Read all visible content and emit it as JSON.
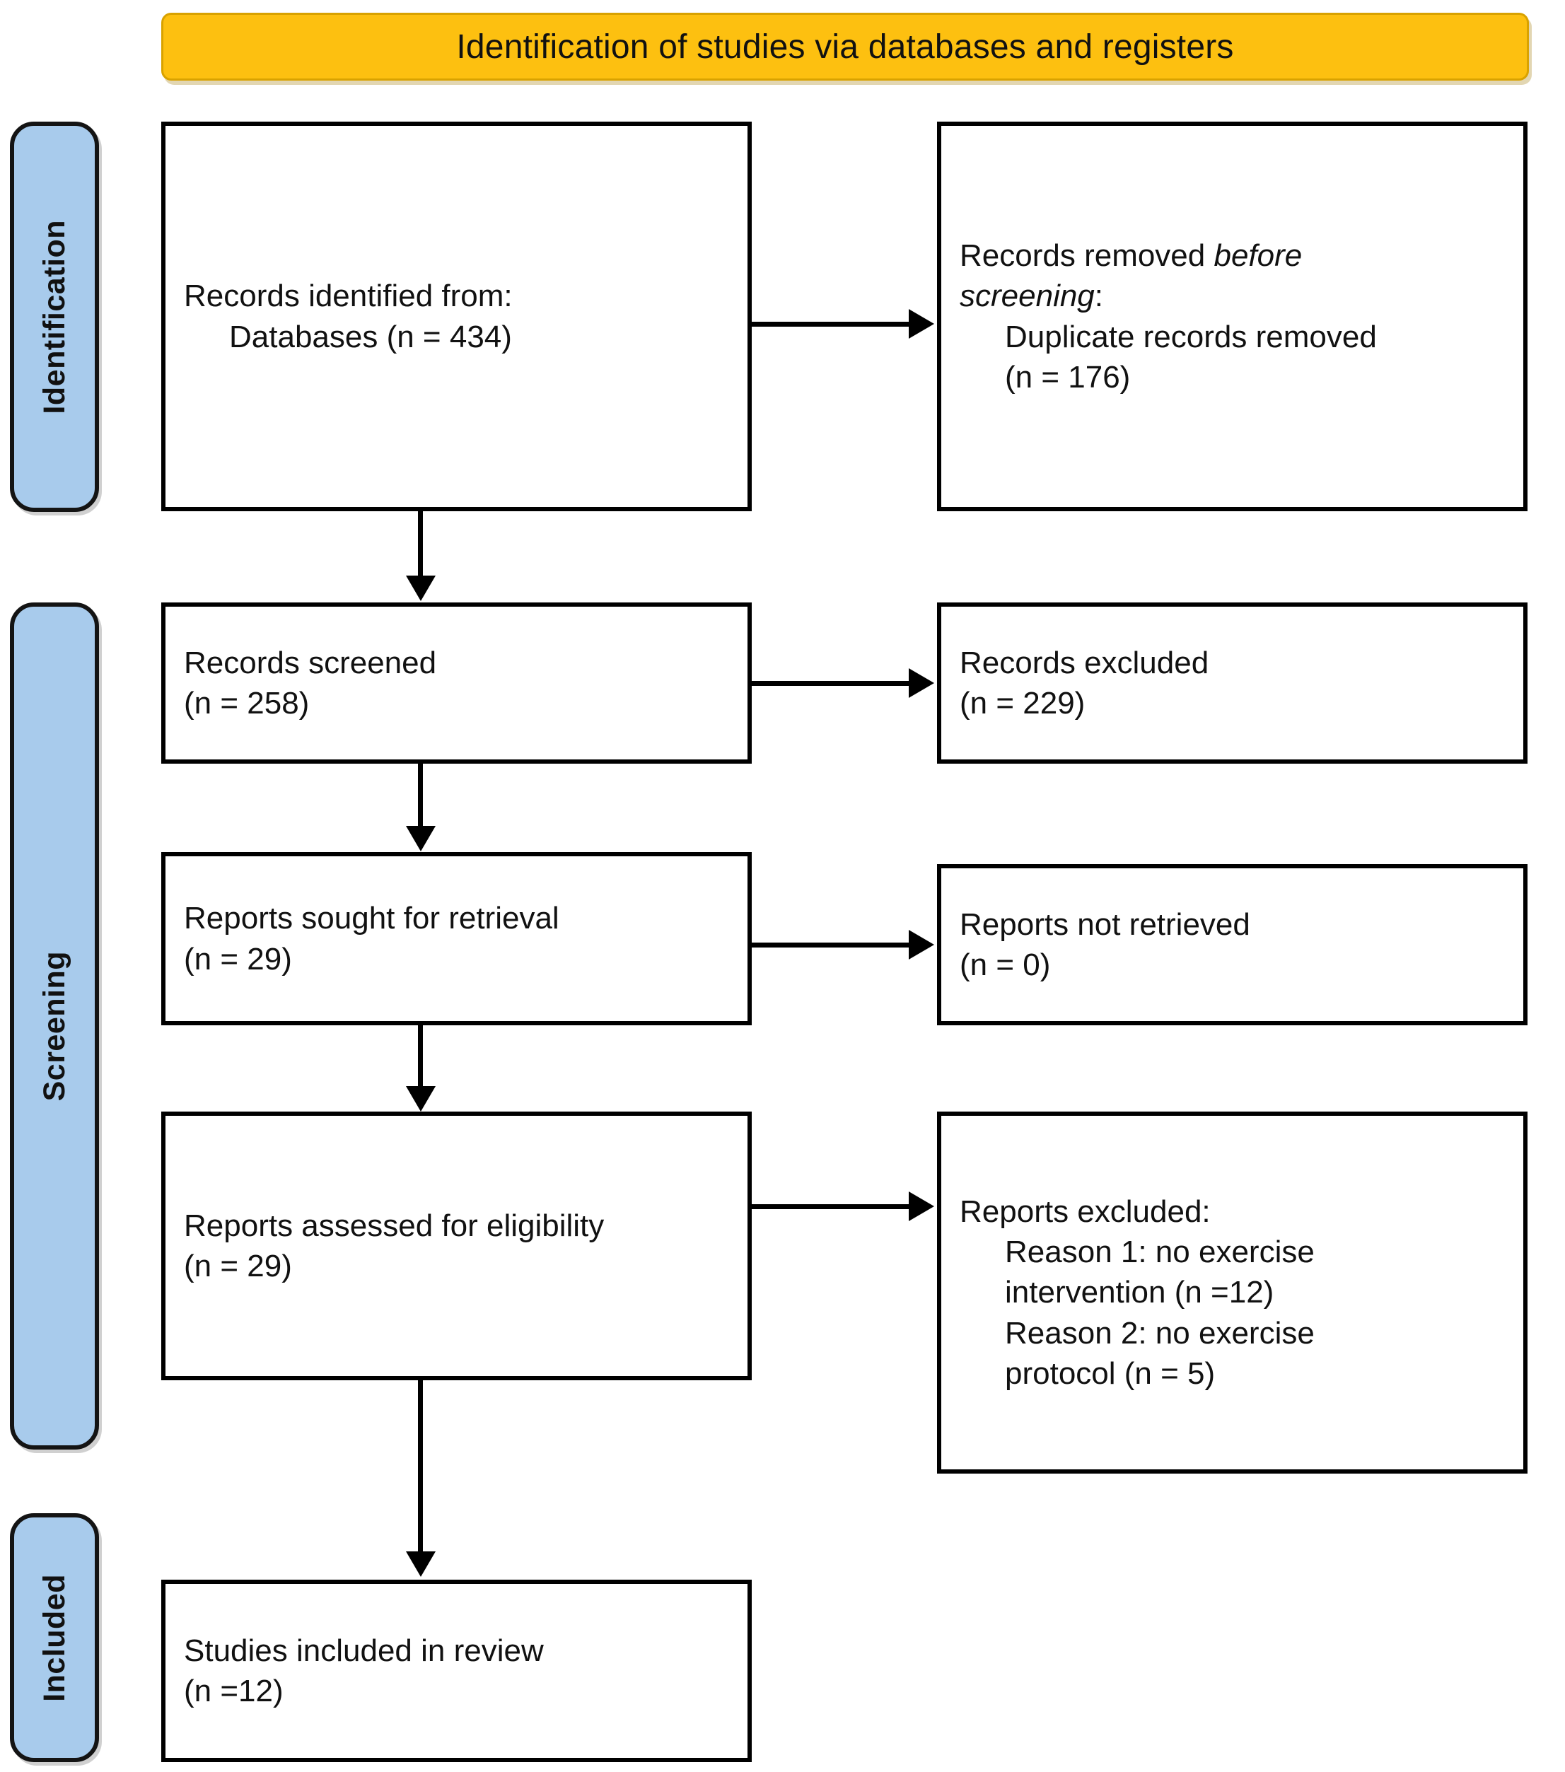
{
  "banner": {
    "title": "Identification of studies via databases and registers",
    "fill_color": "#FDC010"
  },
  "stages": [
    {
      "label": "Identification"
    },
    {
      "label": "Screening"
    },
    {
      "label": "Included"
    }
  ],
  "nodes": {
    "identified": {
      "line1": "Records identified from:",
      "line2": "Databases (n = 434)"
    },
    "removed": {
      "line1_prefix": "Records removed ",
      "line1_italic": "before",
      "line2_italic": "screening",
      "line2_suffix": ":",
      "line3": "Duplicate records removed",
      "line4": "(n = 176)"
    },
    "screened": {
      "line1": "Records screened",
      "line2": "(n = 258)"
    },
    "excluded": {
      "line1": "Records excluded",
      "line2": "(n = 229)"
    },
    "sought": {
      "line1": "Reports sought for retrieval",
      "line2": "(n = 29)"
    },
    "not_retrieved": {
      "line1": "Reports not retrieved",
      "line2": "(n = 0)"
    },
    "assessed": {
      "line1": "Reports assessed for eligibility",
      "line2": "(n = 29)"
    },
    "reports_excluded": {
      "line1": "Reports excluded:",
      "line2": "Reason 1: no exercise",
      "line3": "intervention (n =12)",
      "line4": "Reason 2: no exercise",
      "line5": "protocol (n = 5)"
    },
    "included": {
      "line1": "Studies included in review",
      "line2": "(n =12)"
    }
  },
  "colors": {
    "banner_fill": "#FDC010",
    "stage_fill": "#A8CBEC",
    "box_border": "#000000",
    "text": "#111111"
  }
}
